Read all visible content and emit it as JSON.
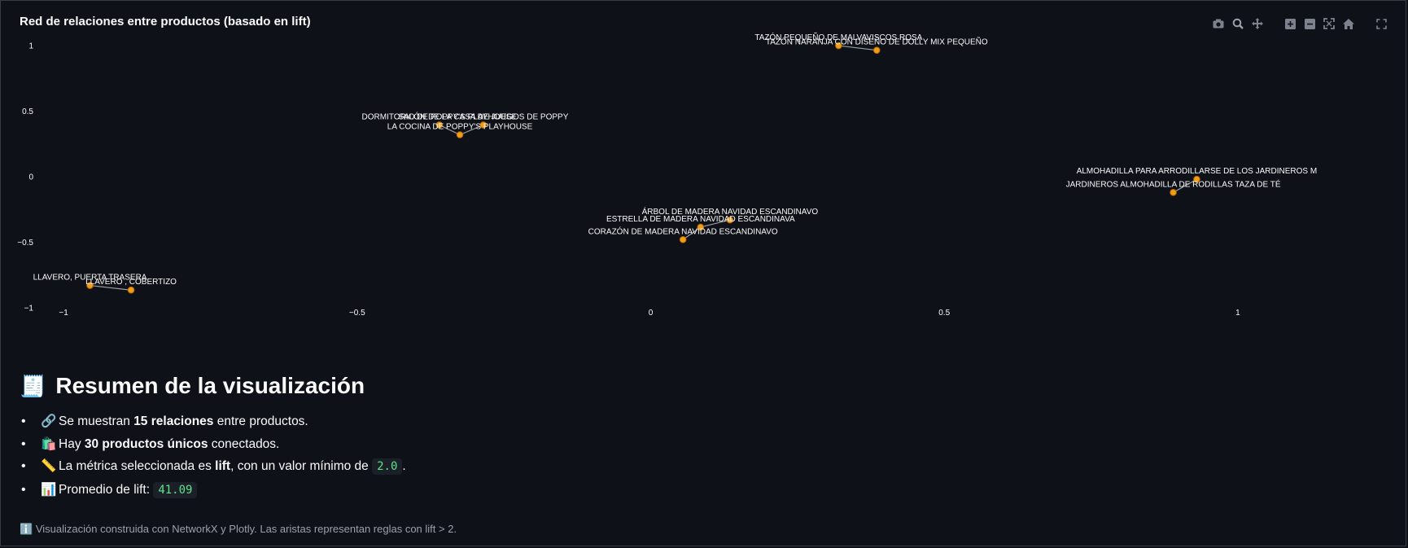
{
  "chart": {
    "title": "Red de relaciones entre productos (basado en lift)",
    "modebar": [
      "camera-icon",
      "zoom-icon",
      "pan-icon",
      "zoom-in-icon",
      "zoom-out-icon",
      "autoscale-icon",
      "home-icon",
      "fullscreen-icon"
    ]
  },
  "chart_data": {
    "type": "scatter",
    "title": "Red de relaciones entre productos (basado en lift)",
    "xlim": [
      -1.05,
      1.05
    ],
    "ylim": [
      -1.05,
      1.05
    ],
    "xticks": [
      "−1",
      "−0.5",
      "0",
      "0.5",
      "1"
    ],
    "yticks": [
      "1",
      "0.5",
      "0",
      "−0.5",
      "−1"
    ],
    "xtick_values": [
      -1,
      -0.5,
      0,
      0.5,
      1
    ],
    "ytick_values": [
      1,
      0.5,
      0,
      -0.5,
      -1
    ],
    "node_color": "#f29d1a",
    "edge_color": "#9aa0a8",
    "grid": false,
    "nodes": [
      {
        "label": "TAZÓN PEQUEÑO DE MALVAVISCOS ROSA",
        "x": 0.32,
        "y": 1.0
      },
      {
        "label": "TAZÓN NARANJA CON DISEÑO DE DOLLY MIX PEQUEÑO",
        "x": 0.385,
        "y": 0.965
      },
      {
        "label": "DORMITORIO DE POPPY'S PLAYHOUSE",
        "x": -0.36,
        "y": 0.395
      },
      {
        "label": "SALÓN DE LA CASA DE JUEGOS DE POPPY",
        "x": -0.285,
        "y": 0.395
      },
      {
        "label": "LA COCINA DE POPPY'S PLAYHOUSE",
        "x": -0.325,
        "y": 0.32
      },
      {
        "label": "ALMOHADILLA PARA ARRODILLARSE DE LOS JARDINEROS M",
        "x": 0.93,
        "y": -0.02
      },
      {
        "label": "JARDINEROS ALMOHADILLA DE RODILLAS TAZA DE TÉ",
        "x": 0.89,
        "y": -0.12
      },
      {
        "label": "ÁRBOL DE MADERA NAVIDAD ESCANDINAVO",
        "x": 0.135,
        "y": -0.33
      },
      {
        "label": "ESTRELLA DE MADERA NAVIDAD ESCANDINAVA",
        "x": 0.085,
        "y": -0.385
      },
      {
        "label": "CORAZÓN DE MADERA NAVIDAD ESCANDINAVO",
        "x": 0.055,
        "y": -0.48
      },
      {
        "label": "LLAVERO, PUERTA TRASERA",
        "x": -0.955,
        "y": -0.83
      },
      {
        "label": "LLAVERO , COBERTIZO",
        "x": -0.885,
        "y": -0.865
      }
    ],
    "edges": [
      [
        0,
        1
      ],
      [
        2,
        4
      ],
      [
        3,
        4
      ],
      [
        5,
        6
      ],
      [
        7,
        8
      ],
      [
        8,
        9
      ],
      [
        10,
        11
      ]
    ]
  },
  "summary": {
    "heading_icon": "🧾",
    "heading": "Resumen de la visualización",
    "items": [
      {
        "icon": "🔗",
        "pre": "Se muestran ",
        "bold": "15 relaciones",
        "post": " entre productos."
      },
      {
        "icon": "🛍️",
        "pre": "Hay ",
        "bold": "30 productos únicos",
        "post": " conectados."
      },
      {
        "icon": "📏",
        "pre": "La métrica seleccionada es ",
        "bold": "lift",
        "mid": ", con un valor mínimo de ",
        "code": "2.0",
        "post": "."
      },
      {
        "icon": "📊",
        "pre": "Promedio de lift: ",
        "code": "41.09"
      }
    ],
    "caption_icon": "ℹ️",
    "caption": "Visualización construida con NetworkX y Plotly. Las aristas representan reglas con lift > 2."
  }
}
